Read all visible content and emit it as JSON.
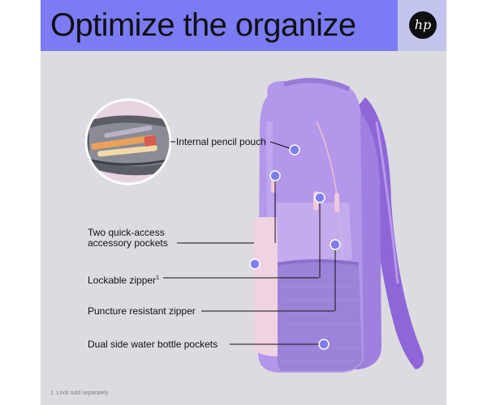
{
  "header": {
    "title": "Optimize the organize",
    "logo_text": "hp"
  },
  "callouts": {
    "pencil_pouch": "Internal pencil pouch",
    "quick_access_line1": "Two quick-access",
    "quick_access_line2": "accessory pockets",
    "lockable_zipper": "Lockable zipper",
    "lockable_zipper_mark": "1",
    "puncture_zipper": "Puncture resistant zipper",
    "bottle_pockets": "Dual side water bottle pockets"
  },
  "footnote": "1. Lock sold separately",
  "colors": {
    "header_bg": "#7b7cf4",
    "logo_bg": "#c3c4ee",
    "panel_bg": "#dcdbe0",
    "bag_purple": "#a58ae0",
    "bag_pink": "#f1d6e4",
    "dot": "#7c7ef2"
  }
}
